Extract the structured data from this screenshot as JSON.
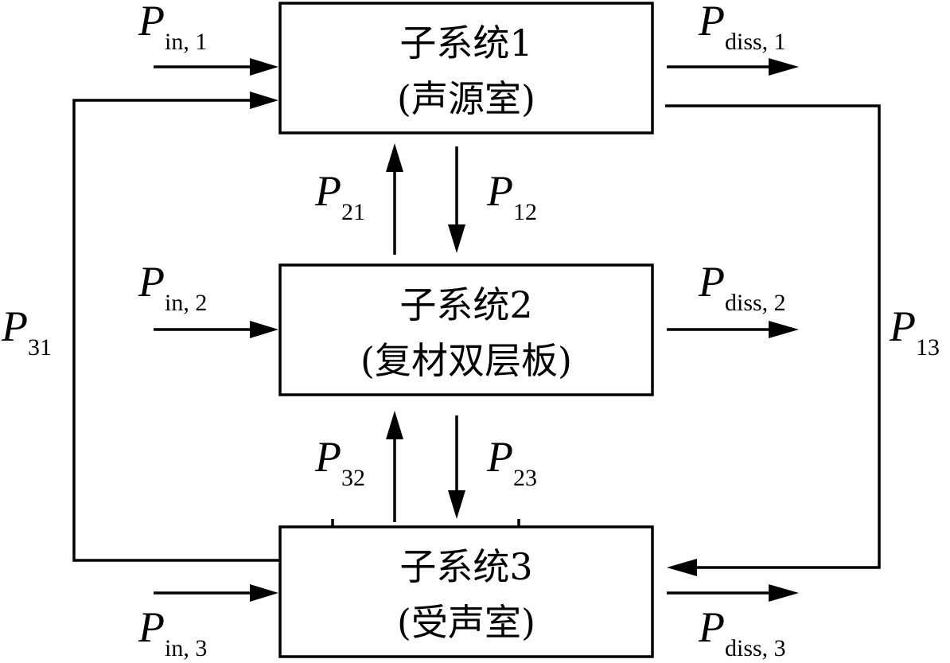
{
  "subsystems": [
    {
      "title": "子系统1",
      "desc": "(声源室)"
    },
    {
      "title": "子系统2",
      "desc": "(复材双层板)"
    },
    {
      "title": "子系统3",
      "desc": "(受声室)"
    }
  ],
  "flows": {
    "p_symbol": "P",
    "in1": "in, 1",
    "in2": "in, 2",
    "in3": "in, 3",
    "diss1": "diss, 1",
    "diss2": "diss, 2",
    "diss3": "diss, 3",
    "p21": "21",
    "p12": "12",
    "p32": "32",
    "p23": "23",
    "p31": "31",
    "p13": "13"
  }
}
